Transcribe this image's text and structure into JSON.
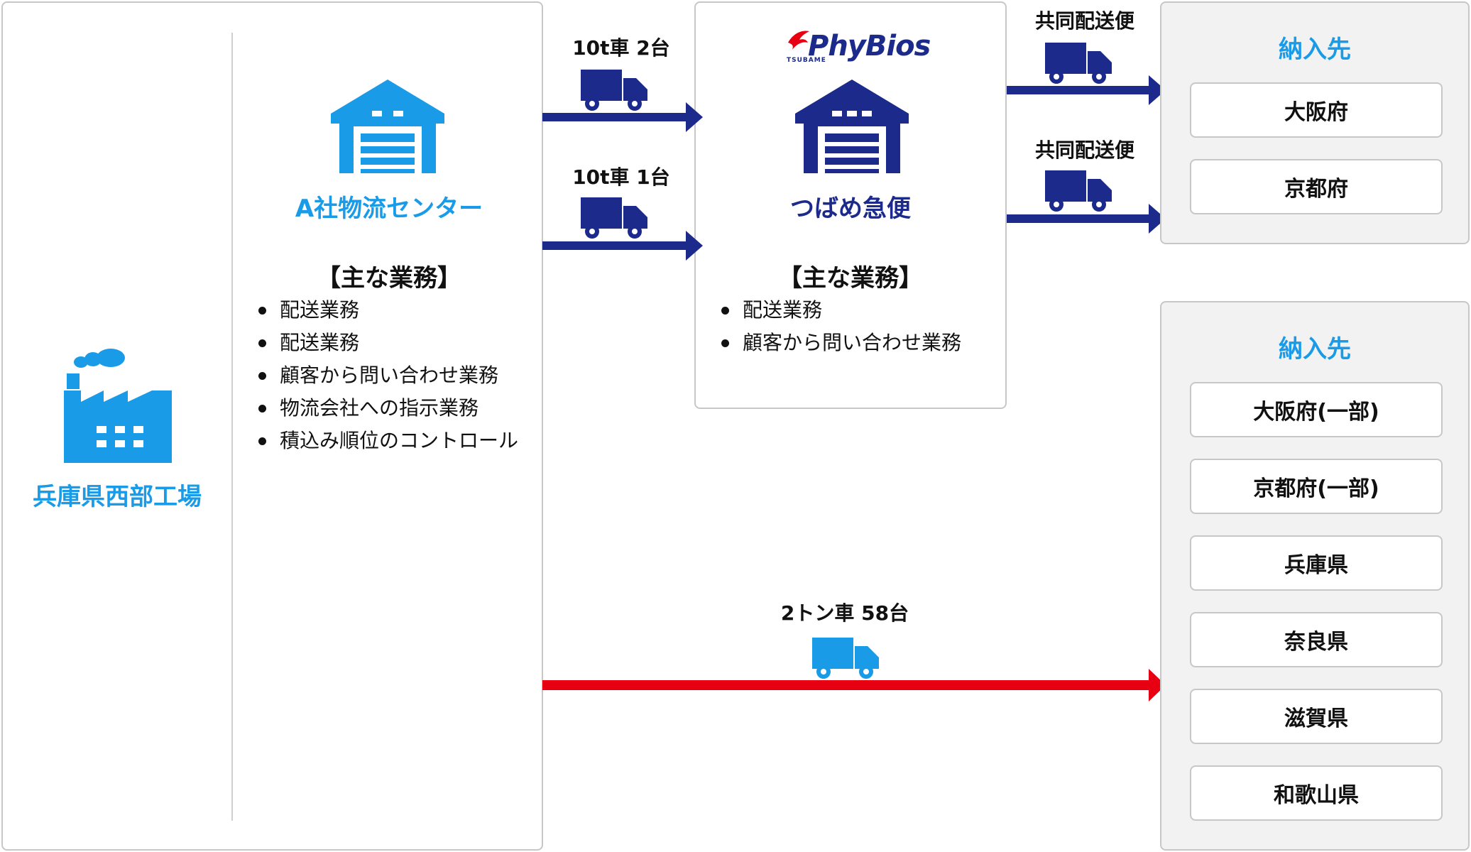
{
  "factory": {
    "name": "兵庫県西部工場",
    "icon": "factory-icon"
  },
  "center_a": {
    "name": "A社物流センター",
    "icon": "warehouse-icon",
    "duties_heading": "【主な業務】",
    "duties": [
      "配送業務",
      "配送業務",
      "顧客から問い合わせ業務",
      "物流会社への指示業務",
      "積込み順位のコントロール"
    ]
  },
  "tsubame": {
    "logo_text": "PhyBios",
    "logo_small": "TSUBAME",
    "name": "つばめ急便",
    "icon": "warehouse-icon",
    "duties_heading": "【主な業務】",
    "duties": [
      "配送業務",
      "顧客から問い合わせ業務"
    ]
  },
  "routes": {
    "truck1_label": "10t車 2台",
    "truck2_label": "10t車 1台",
    "joint1_label": "共同配送便",
    "joint2_label": "共同配送便",
    "direct_label": "2トン車 58台"
  },
  "dest_top": {
    "title": "納入先",
    "items": [
      "大阪府",
      "京都府"
    ]
  },
  "dest_bottom": {
    "title": "納入先",
    "items": [
      "大阪府(一部)",
      "京都府(一部)",
      "兵庫県",
      "奈良県",
      "滋賀県",
      "和歌山県"
    ]
  },
  "colors": {
    "light_blue": "#1a9be8",
    "navy": "#1c2a8c",
    "red": "#e60012",
    "border": "#c7c7c7",
    "panel_gray": "#f2f2f2"
  }
}
